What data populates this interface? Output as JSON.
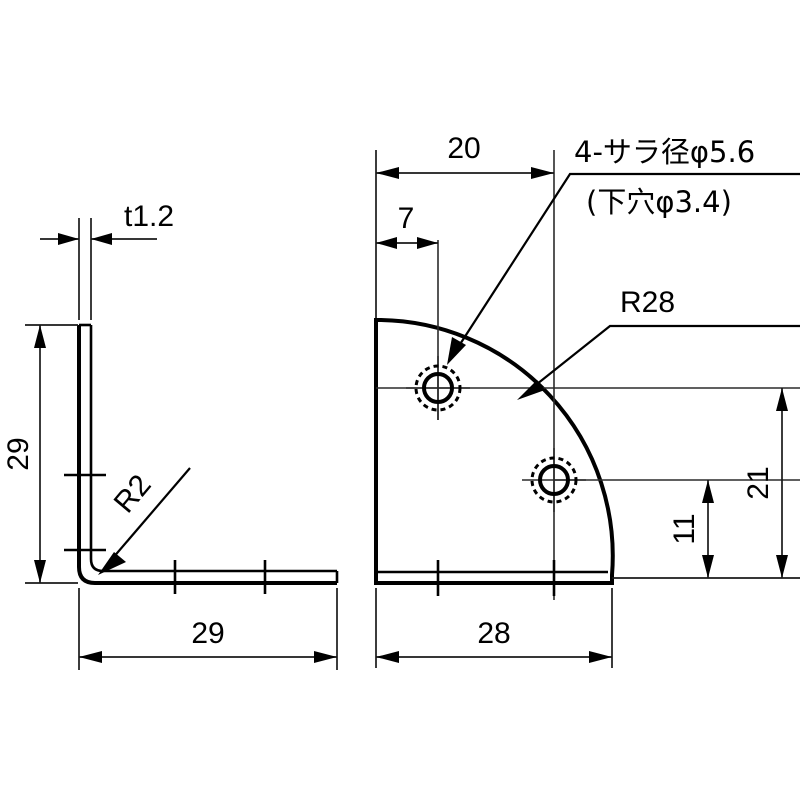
{
  "drawing": {
    "title": "L-bracket corner brace engineering drawing",
    "background_color": "#ffffff",
    "line_color": "#000000",
    "views": [
      {
        "name": "side-elevation-view",
        "description": "L-shaped angle profile, side elevation"
      },
      {
        "name": "face-view",
        "description": "Quarter-round face plate with two countersunk holes"
      }
    ],
    "dimensions": {
      "thickness": "t1.2",
      "leg_height": "29",
      "leg_length": "29",
      "fillet_radius": "R2",
      "hole_row_offset": "20",
      "hole_edge_offset": "7",
      "corner_radius": "R28",
      "plate_width": "28",
      "hole_height_low": "11",
      "hole_height_high": "21"
    },
    "notes": {
      "countersink_callout": "4-サラ径φ5.6",
      "pilot_hole_callout": "(下穴φ3.4)"
    }
  }
}
